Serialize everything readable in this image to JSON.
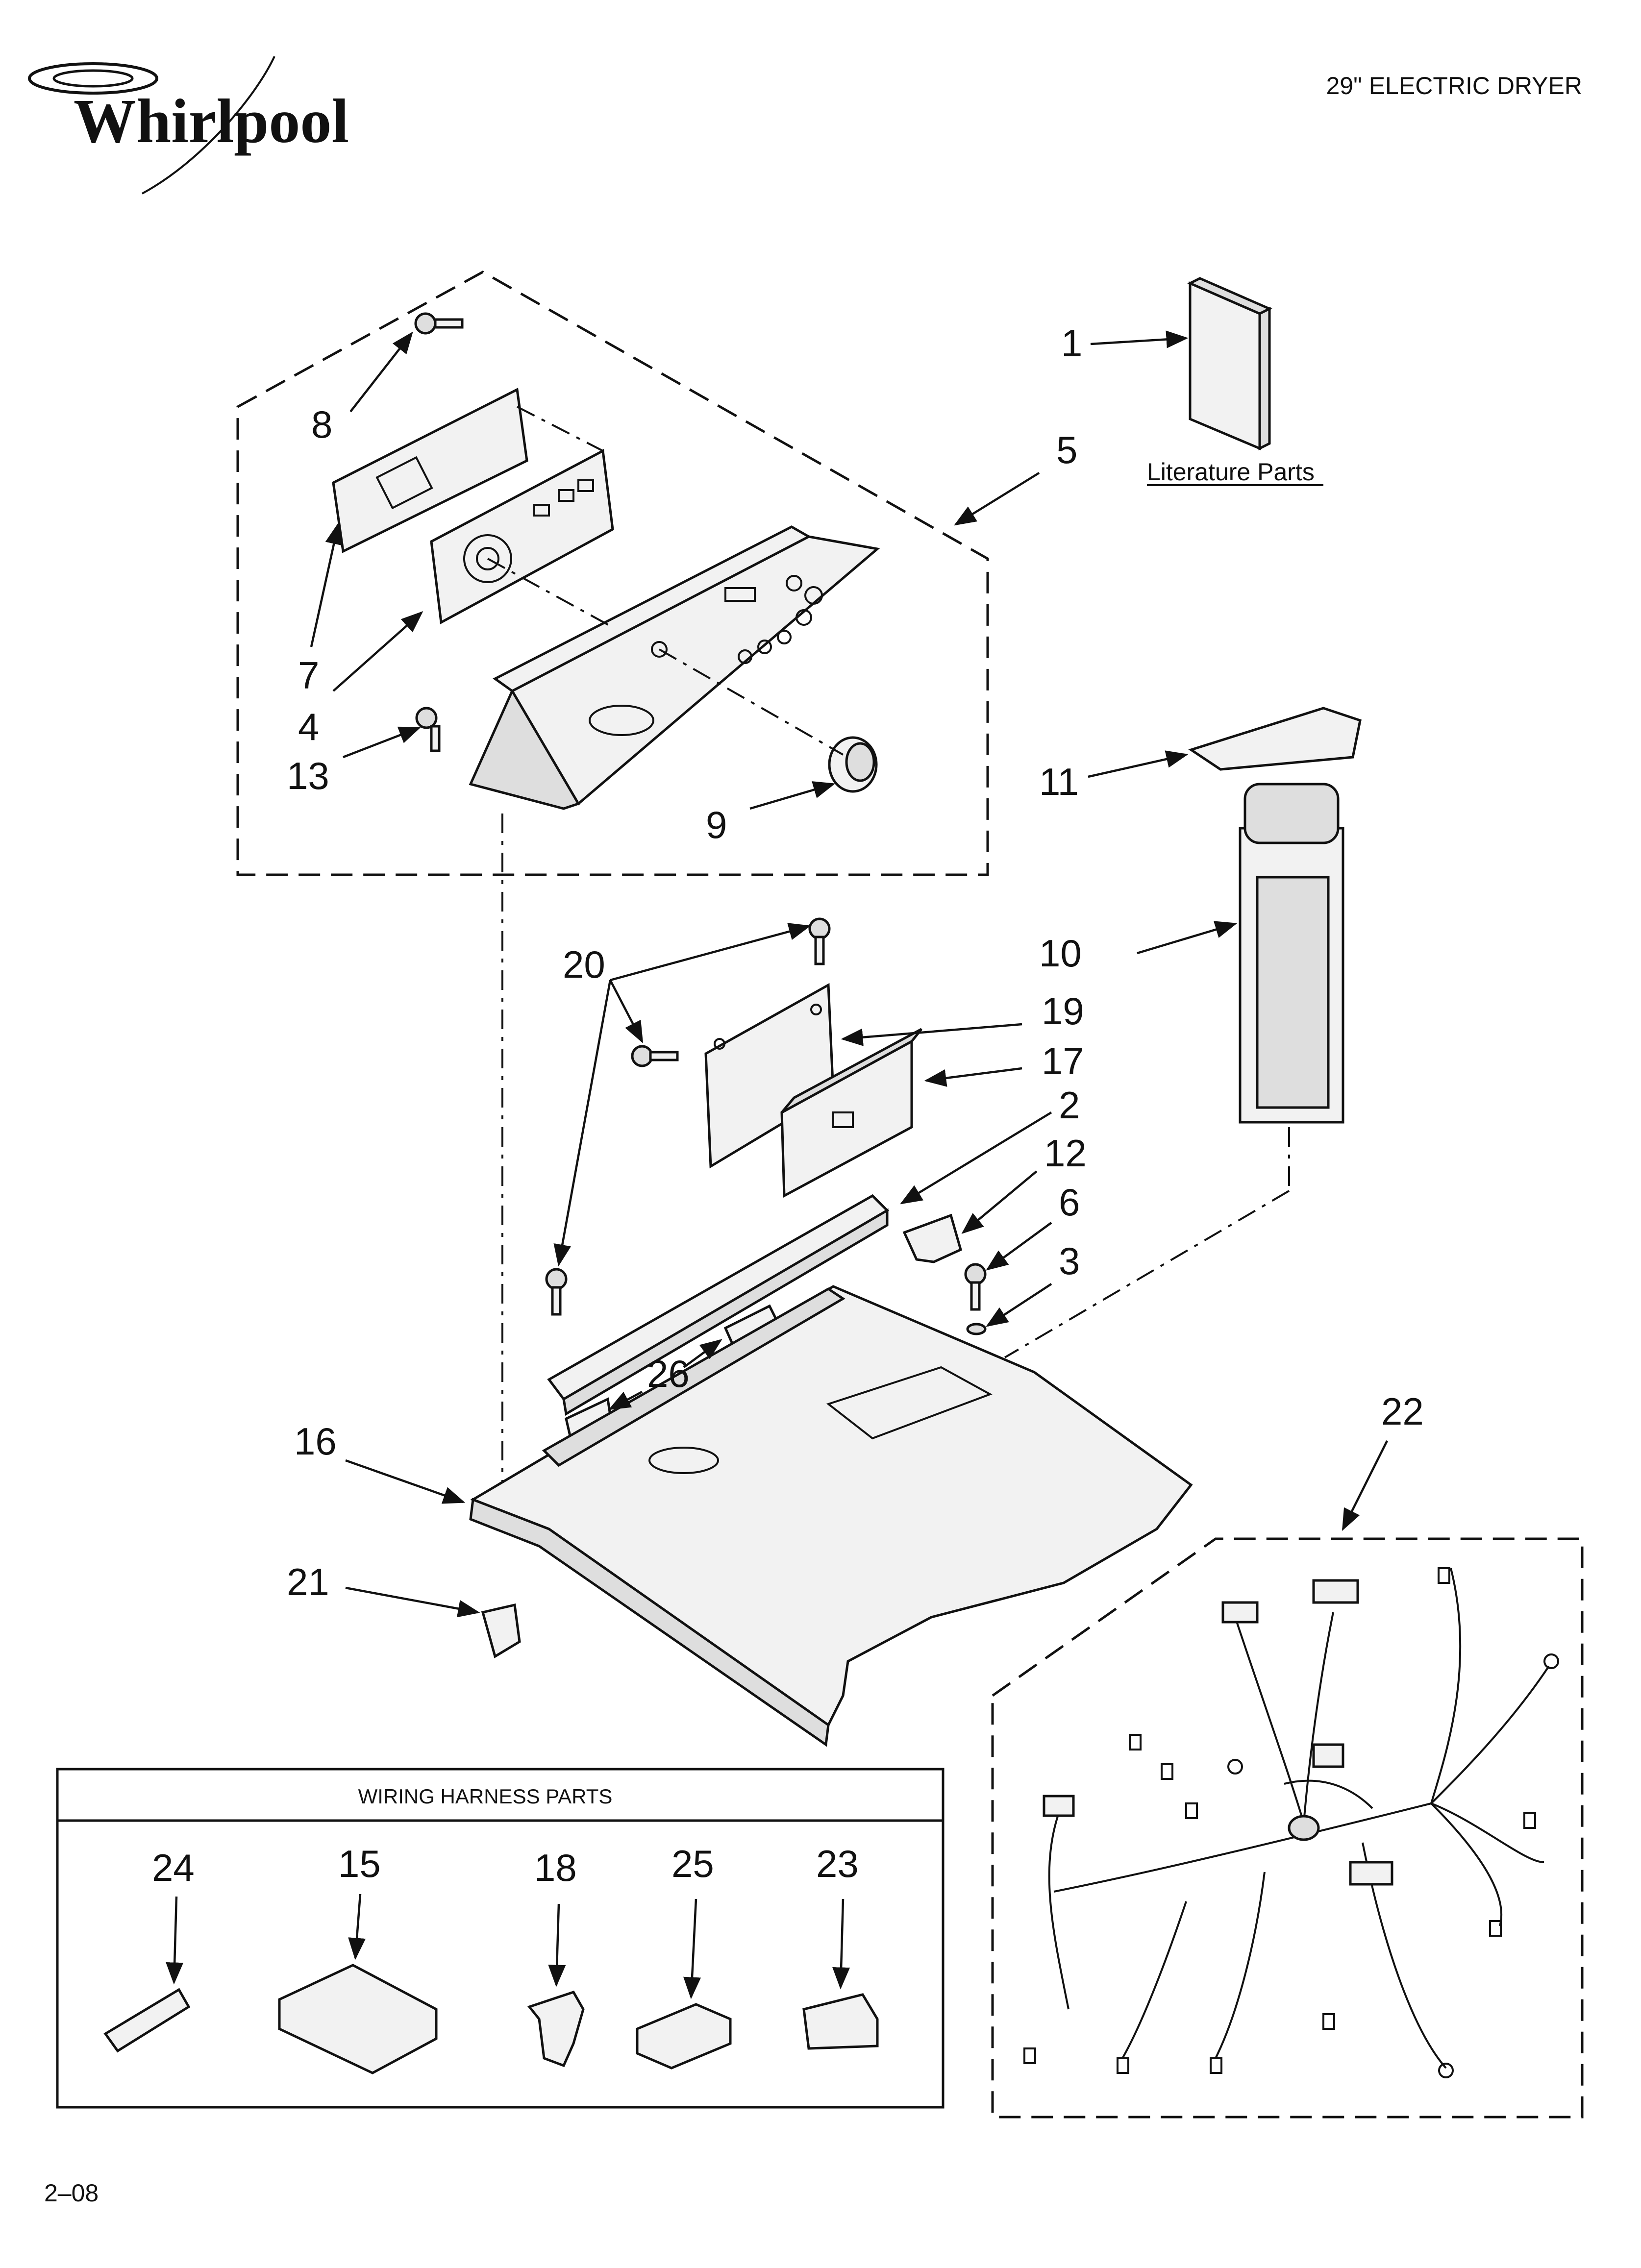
{
  "header": {
    "brand": "Whirlpool",
    "title": "29\" ELECTRIC DRYER"
  },
  "literature": {
    "label": "Literature Parts"
  },
  "wiring_box": {
    "title": "WIRING HARNESS PARTS"
  },
  "footer": {
    "code": "2–08"
  },
  "callouts": {
    "c1": "1",
    "c2": "2",
    "c3": "3",
    "c4": "4",
    "c5": "5",
    "c6": "6",
    "c7": "7",
    "c8": "8",
    "c9": "9",
    "c10": "10",
    "c11": "11",
    "c12": "12",
    "c13": "13",
    "c15": "15",
    "c16": "16",
    "c17": "17",
    "c18": "18",
    "c19": "19",
    "c20": "20",
    "c21": "21",
    "c22": "22",
    "c23": "23",
    "c24": "24",
    "c25": "25",
    "c26": "26"
  },
  "colors": {
    "line": "#111111",
    "part_fill": "#f2f2f2",
    "paper": "#ffffff"
  }
}
